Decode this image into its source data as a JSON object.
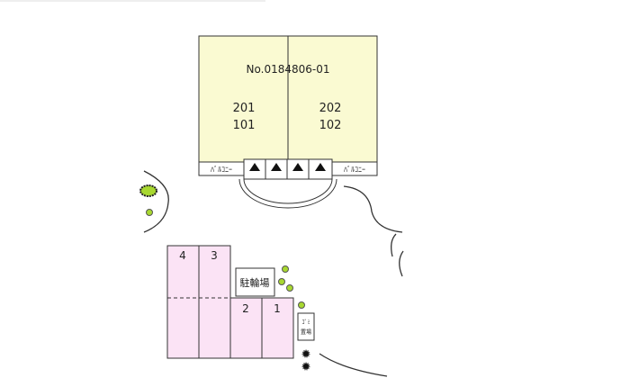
{
  "building": {
    "id": "No.0184806-01",
    "units_upper": [
      "201",
      "202"
    ],
    "units_lower": [
      "101",
      "102"
    ],
    "balcony_label": "ﾊﾞﾙｺﾆｰ",
    "fill": "#fafad2"
  },
  "parking": {
    "spaces": [
      "4",
      "3",
      "2",
      "1"
    ],
    "fill": "#fbe3f5"
  },
  "bicycle_parking": "駐輪場",
  "garbage": [
    "ｺﾞﾐ",
    "置場"
  ],
  "colors": {
    "shrub": "#a8d830",
    "line": "#333333"
  }
}
